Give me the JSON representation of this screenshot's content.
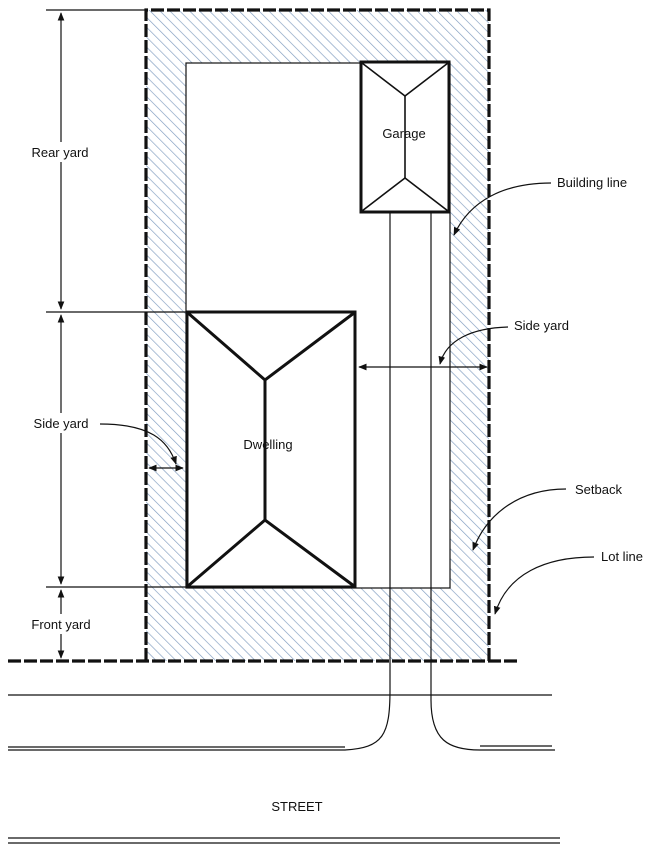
{
  "labels": {
    "rear_yard": "Rear yard",
    "side_yard_left": "Side yard",
    "front_yard": "Front yard",
    "garage": "Garage",
    "dwelling": "Dwelling",
    "building_line": "Building line",
    "side_yard_right": "Side yard",
    "setback": "Setback",
    "lot_line": "Lot line",
    "street": "STREET"
  },
  "colors": {
    "hatch": "#7f9bbf",
    "line": "#111111",
    "background": "#ffffff"
  }
}
